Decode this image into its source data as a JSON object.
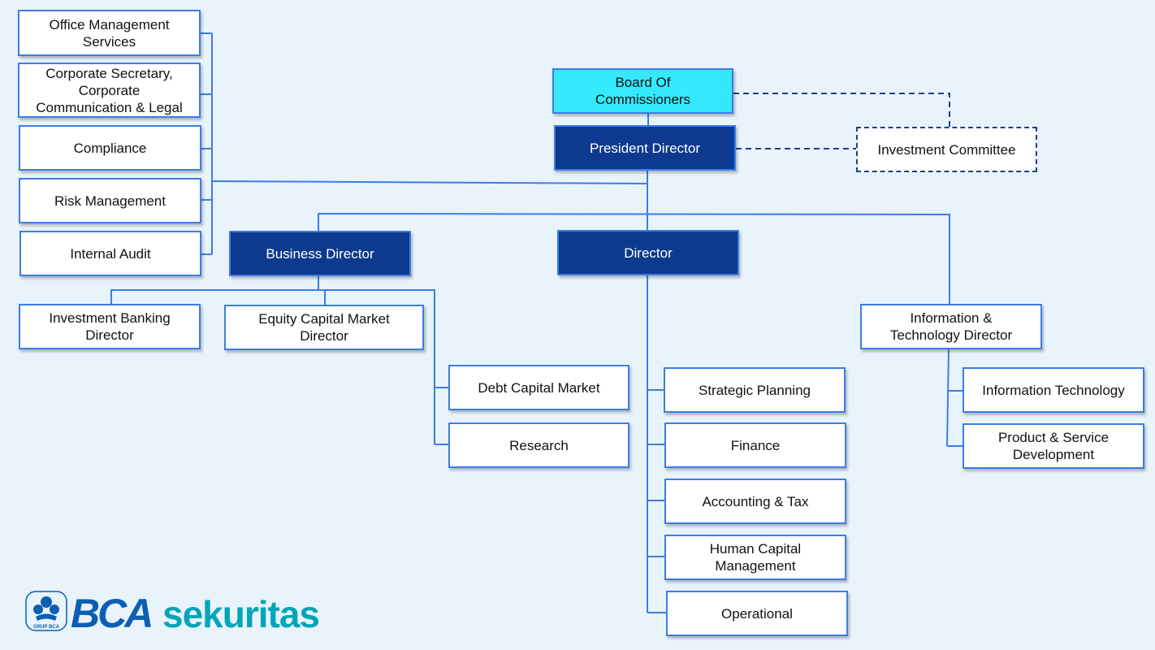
{
  "colors": {
    "line": "#3b7de8",
    "dashed_line": "#1a3f8c",
    "dark_box": "#0d3a8e",
    "highlight_box": "#33e9fb",
    "background": "#e9f3fc",
    "logo_blue": "#0a5fb4",
    "logo_teal": "#00a6b8"
  },
  "nodes": {
    "office_management": "Office Management\nServices",
    "corporate_secretary": "Corporate Secretary,\nCorporate\nCommunication & Legal",
    "compliance": "Compliance",
    "risk_management": "Risk Management",
    "internal_audit": "Internal Audit",
    "board": "Board Of\nCommissioners",
    "president": "President Director",
    "investment_committee": "Investment Committee",
    "business_director": "Business Director",
    "director": "Director",
    "ib_director": "Investment Banking\nDirector",
    "ecm_director": "Equity Capital Market\nDirector",
    "debt_capital_market": "Debt Capital Market",
    "research": "Research",
    "it_director": "Information &\nTechnology Director",
    "strategic_planning": "Strategic Planning",
    "finance": "Finance",
    "accounting_tax": "Accounting & Tax",
    "human_capital": "Human Capital\nManagement",
    "operational": "Operational",
    "information_technology": "Information Technology",
    "product_service": "Product & Service\nDevelopment"
  },
  "logo": {
    "brand": "BCA",
    "suffix": "sekuritas",
    "emblem_text": "GRUP BCA"
  }
}
